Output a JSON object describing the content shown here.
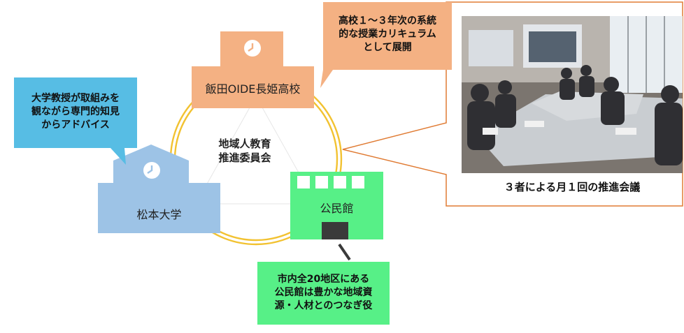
{
  "center_label": [
    "地域人教育",
    "推進委員会"
  ],
  "nodes": {
    "highschool": {
      "label": "飯田OIDE長姫高校",
      "color": "#f4b183"
    },
    "university": {
      "label": "松本大学",
      "color": "#9dc3e6"
    },
    "community_hall": {
      "label": "公民館",
      "color": "#57f087"
    }
  },
  "callouts": {
    "university": {
      "lines": [
        "大学教授が取組みを",
        "観ながら専門的知見",
        "からアドバイス"
      ],
      "color": "#57bde4"
    },
    "highschool": {
      "lines": [
        "高校１～３年次の系統",
        "的な授業カリキュラム",
        "として展開"
      ],
      "color": "#f4b183"
    },
    "community_hall": {
      "lines": [
        "市内全20地区にある",
        "公民館は豊かな地域資",
        "源・人材とのつなぎ役"
      ],
      "color": "#57f087"
    }
  },
  "photo": {
    "caption": "３者による月１回の推進会議",
    "frame_color": "#e07b33"
  },
  "colors": {
    "ring": "#f2c231"
  }
}
